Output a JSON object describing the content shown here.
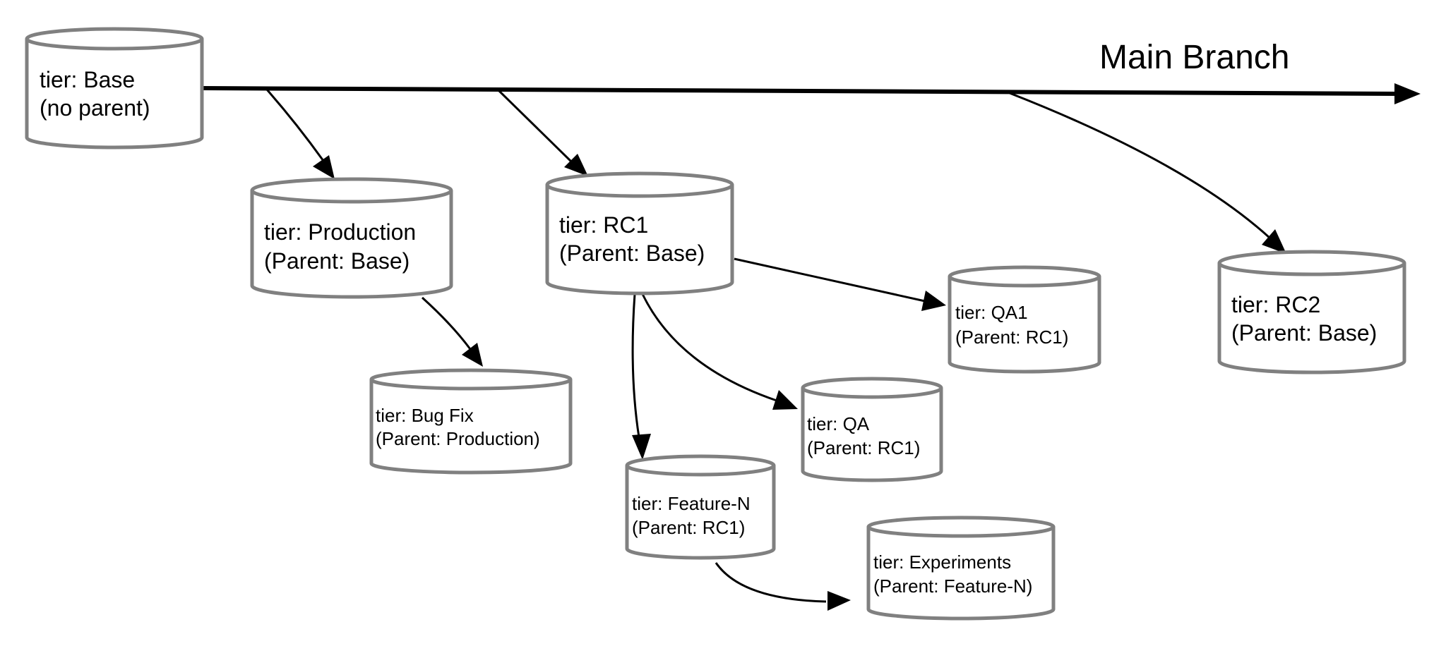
{
  "main_branch": {
    "label": "Main Branch"
  },
  "tiers": {
    "base": {
      "line1": "tier: Base",
      "line2": "(no parent)"
    },
    "production": {
      "line1": "tier: Production",
      "line2": "(Parent: Base)"
    },
    "rc1": {
      "line1": "tier: RC1",
      "line2": "(Parent: Base)"
    },
    "qa1": {
      "line1": "tier: QA1",
      "line2": "(Parent: RC1)"
    },
    "rc2": {
      "line1": "tier: RC2",
      "line2": "(Parent: Base)"
    },
    "bugfix": {
      "line1": "tier: Bug Fix",
      "line2": "(Parent: Production)"
    },
    "qa": {
      "line1": "tier: QA",
      "line2": "(Parent: RC1)"
    },
    "feature_n": {
      "line1": "tier: Feature-N",
      "line2": "(Parent: RC1)"
    },
    "experiments": {
      "line1": "tier: Experiments",
      "line2": "(Parent: Feature-N)"
    }
  },
  "colors": {
    "cylinder_stroke": "#808080",
    "edge": "#000000",
    "background": "#ffffff"
  }
}
